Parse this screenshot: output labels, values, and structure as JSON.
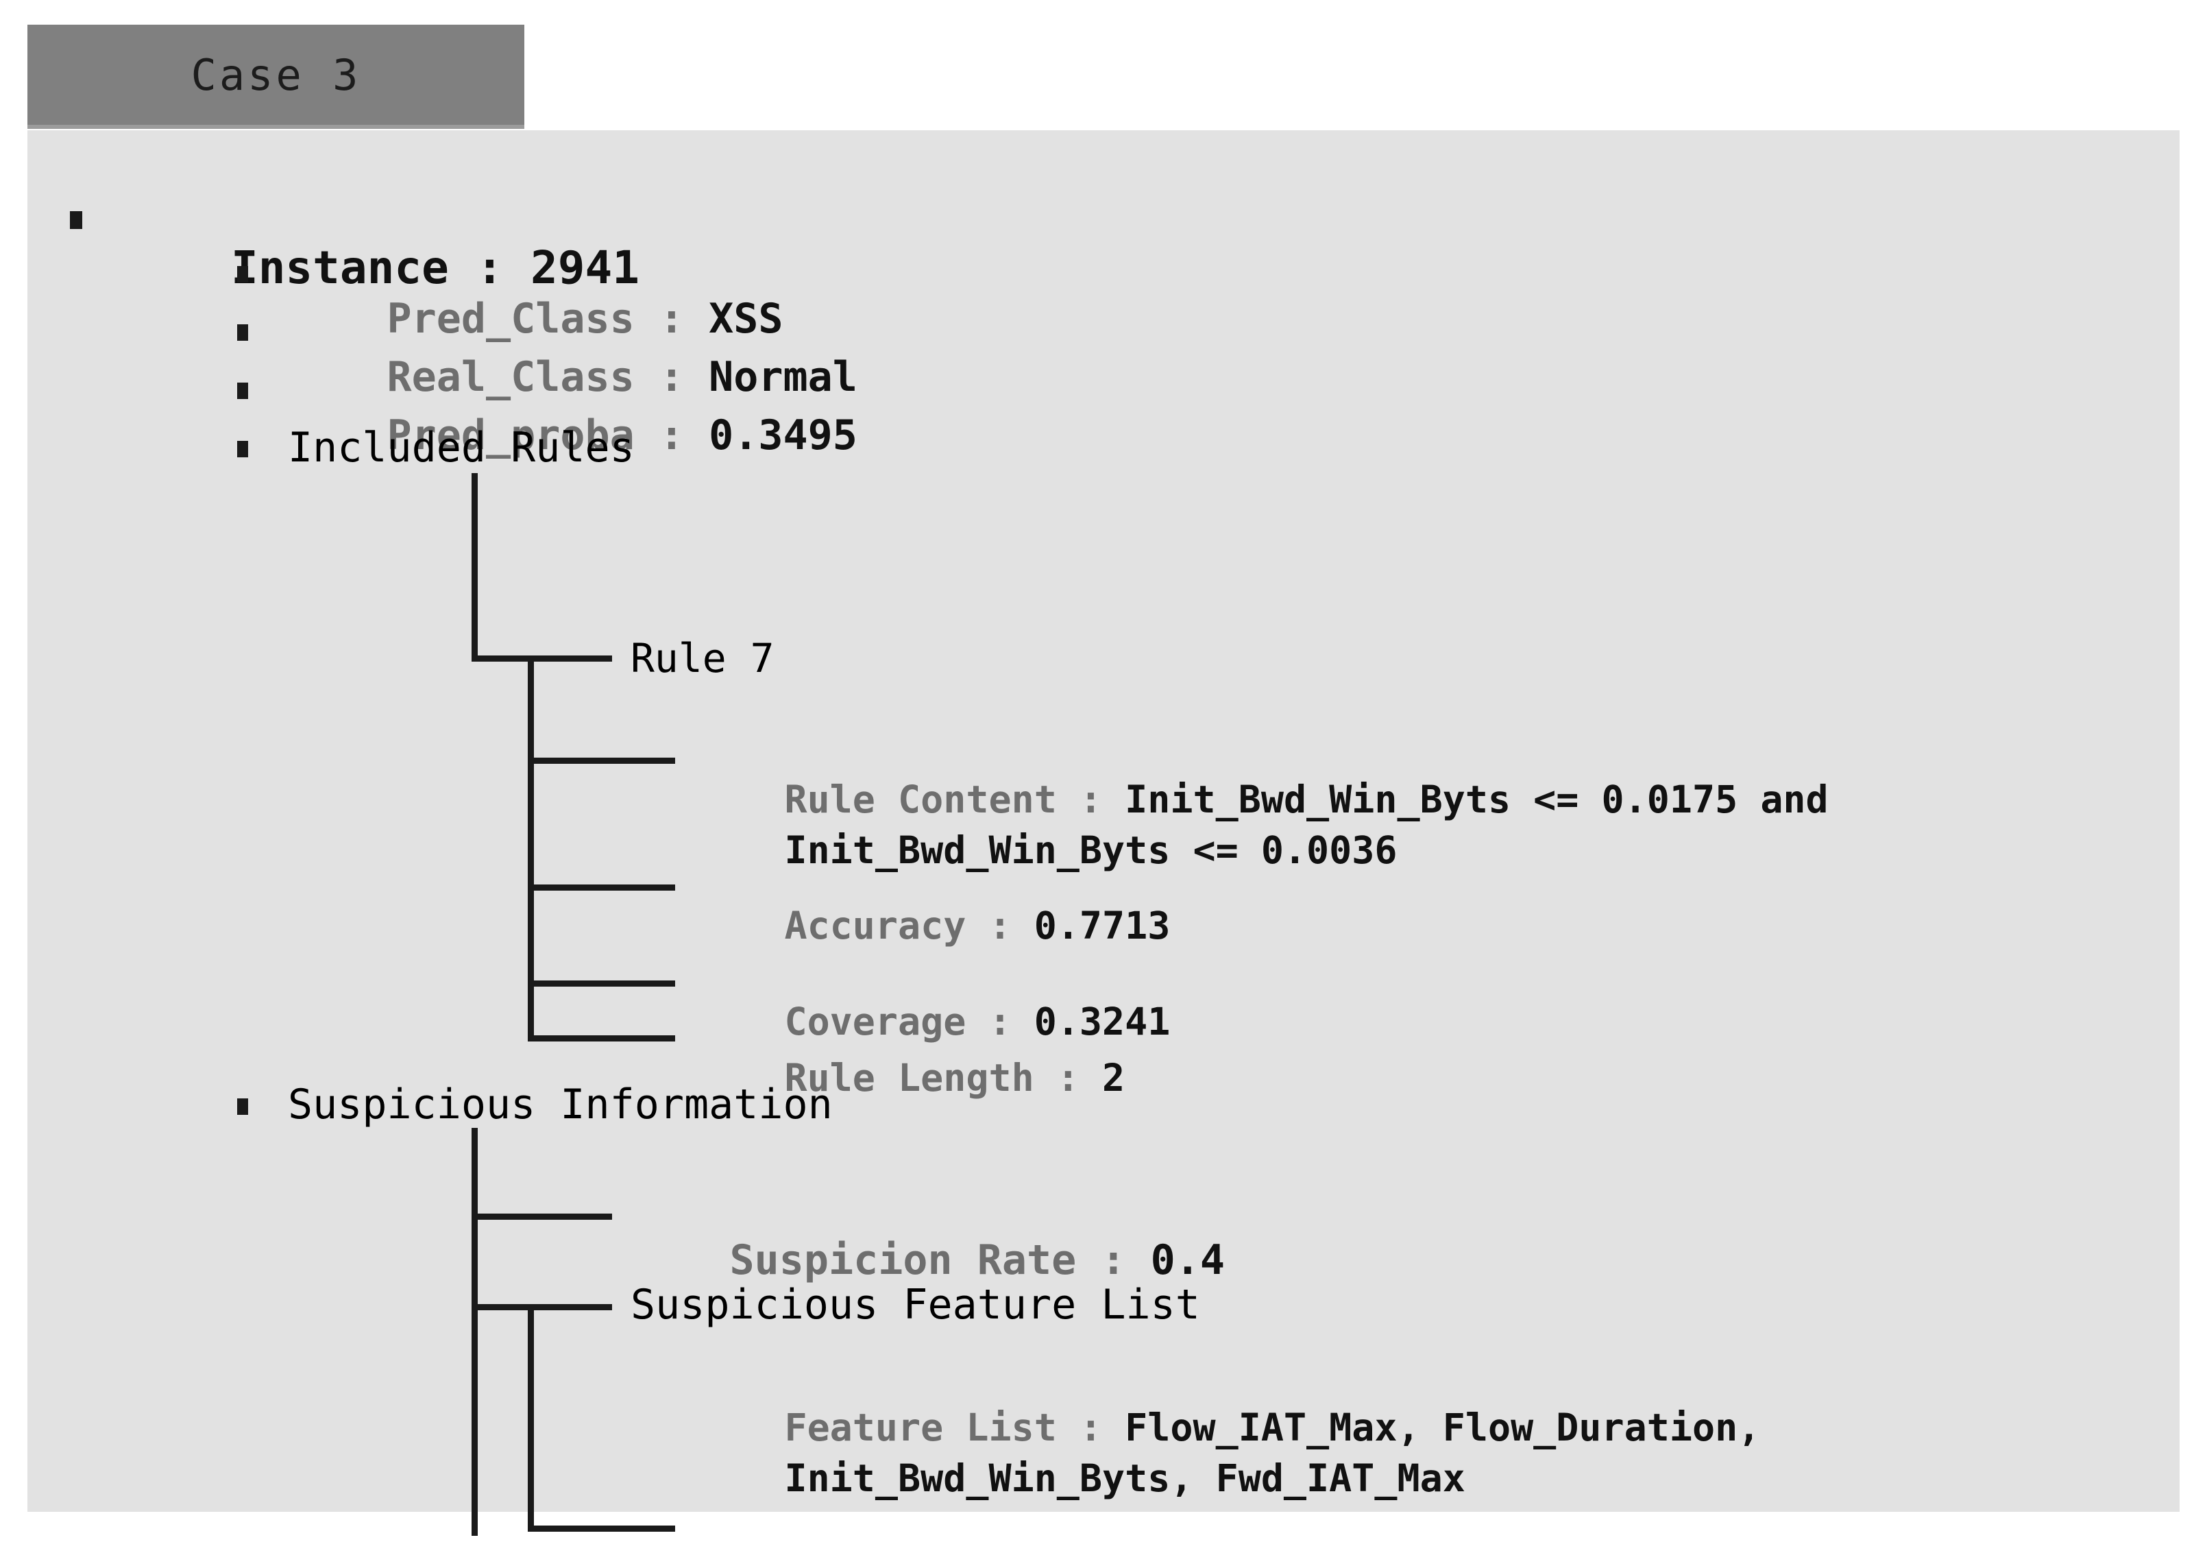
{
  "tab": {
    "label": "Case 3",
    "background_color": "#808080",
    "text_color": "#1c1c1c"
  },
  "panel": {
    "background_color": "#e2e2e2"
  },
  "colors": {
    "label_gray": "#6e6e6e",
    "value_black": "#111111",
    "connector": "#1a1a1a"
  },
  "instance": {
    "label": "Instance : ",
    "value": "2941"
  },
  "attributes": [
    {
      "label": "Pred_Class : ",
      "value": "XSS"
    },
    {
      "label": "Real_Class : ",
      "value": "Normal"
    },
    {
      "label": "Pred_proba : ",
      "value": "0.3495"
    }
  ],
  "included_rules": {
    "label": "Included Rules",
    "rule": {
      "title": "Rule 7",
      "content": {
        "label": "Rule Content : ",
        "value_line1": "Init_Bwd_Win_Byts <= 0.0175 and",
        "value_line2": "Init_Bwd_Win_Byts <= 0.0036"
      },
      "accuracy": {
        "label": "Accuracy : ",
        "value": "0.7713"
      },
      "coverage": {
        "label": "Coverage : ",
        "value": "0.3241"
      },
      "rule_length": {
        "label": "Rule Length : ",
        "value": "2"
      }
    }
  },
  "suspicious_information": {
    "label": "Suspicious Information",
    "suspicion_rate": {
      "label": "Suspicion Rate : ",
      "value": "0.4"
    },
    "feature_list_title": "Suspicious Feature List",
    "feature_list": {
      "label": "Feature List : ",
      "value_line1": "Flow_IAT_Max, Flow_Duration,",
      "value_line2": "Init_Bwd_Win_Byts, Fwd_IAT_Max"
    }
  }
}
